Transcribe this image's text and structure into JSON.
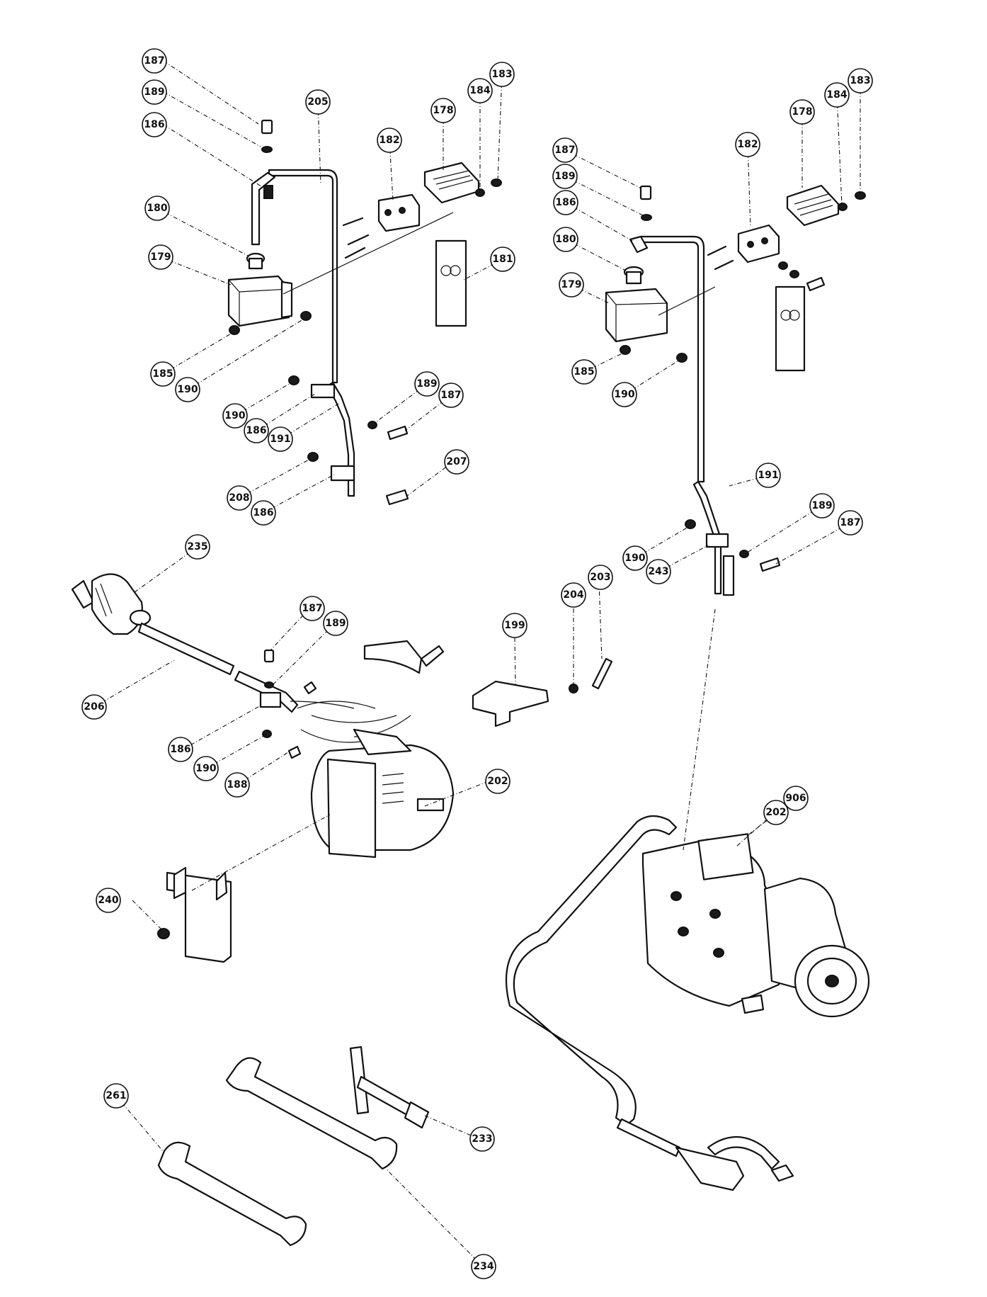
{
  "callouts": [
    "187",
    "189",
    "186",
    "205",
    "182",
    "178",
    "184",
    "183",
    "180",
    "179",
    "181",
    "185",
    "190",
    "190",
    "186",
    "191",
    "189",
    "187",
    "208",
    "186",
    "207",
    "187",
    "189",
    "186",
    "178",
    "182",
    "184",
    "183",
    "180",
    "179",
    "185",
    "190",
    "191",
    "189",
    "187",
    "190",
    "243",
    "235",
    "206",
    "187",
    "189",
    "186",
    "190",
    "188",
    "199",
    "204",
    "203",
    "202",
    "240",
    "906",
    "202",
    "233",
    "261",
    "234"
  ]
}
